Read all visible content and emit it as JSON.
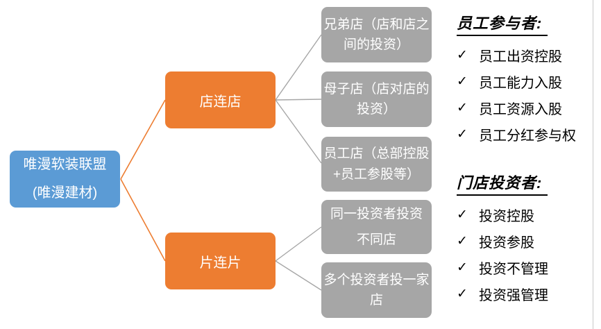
{
  "colors": {
    "root_fill": "#5B9BD5",
    "branch_fill": "#ED7D31",
    "leaf_fill": "#A6A6A6",
    "line_orange": "#ED7D31",
    "line_gray": "#A6A6A6",
    "node_text": "#FFFFFF",
    "panel_text": "#000000",
    "edge_line": "#C8C8C8"
  },
  "nodes": {
    "root": {
      "label": "唯漫软装联盟\n(唯漫建材)"
    },
    "branches": [
      {
        "label": "店连店"
      },
      {
        "label": "片连片"
      }
    ],
    "leaves": [
      {
        "label": "兄弟店（店和店之\n间的投资）"
      },
      {
        "label": "母子店（店对店的\n投资）"
      },
      {
        "label": "员工店（总部控股\n+员工参股等）"
      },
      {
        "label": "同一投资者投资\n不同店"
      },
      {
        "label": "多个投资者投一家\n店"
      }
    ]
  },
  "edges": [
    {
      "from": "root",
      "to": "branch-1"
    },
    {
      "from": "root",
      "to": "branch-2"
    },
    {
      "from": "branch-1",
      "to": "leaf-1"
    },
    {
      "from": "branch-1",
      "to": "leaf-2"
    },
    {
      "from": "branch-1",
      "to": "leaf-3"
    },
    {
      "from": "branch-2",
      "to": "leaf-4"
    },
    {
      "from": "branch-2",
      "to": "leaf-5"
    }
  ],
  "side_panels": [
    {
      "heading": "员工参与者: ",
      "check": "✓",
      "items": [
        "员工出资控股",
        "员工能力入股",
        "员工资源入股",
        "员工分红参与权"
      ]
    },
    {
      "heading": "门店投资者:",
      "check": "✓",
      "items": [
        "投资控股",
        "投资参股",
        "投资不管理",
        "投资强管理"
      ]
    }
  ]
}
